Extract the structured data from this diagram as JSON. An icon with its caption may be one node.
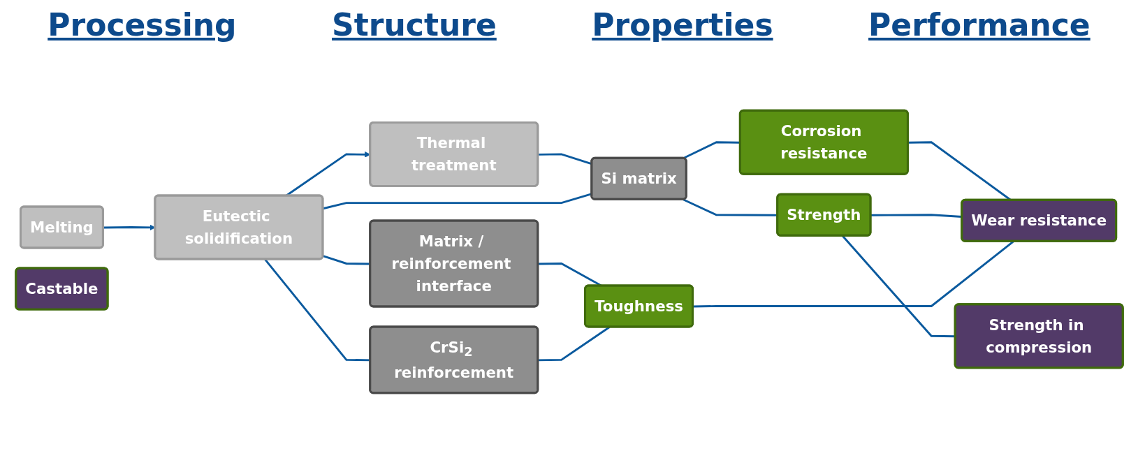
{
  "diagram": {
    "nodes": [
      {
        "text": [
          "Thermal treatment"
        ]
      },
      {
        "text": [
          "Eutectic solidification"
        ]
      },
      {
        "text": [
          "Melting"
        ]
      },
      {
        "text": [
          "Si matrix"
        ]
      },
      {
        "text": [
          "Matrix / reinforcement interface"
        ]
      },
      {
        "text": [
          "CrSi$_{2}$ reinforcement"
        ]
      },
      {
        "text": [
          "Corrosion resistance"
        ]
      },
      {
        "text": [
          "Strength"
        ]
      },
      {
        "text": [
          "Toughness"
        ]
      },
      {
        "text": [
          "Wear resistance"
        ]
      },
      {
        "text": [
          "Strength in compression"
        ]
      },
      {
        "text": [
          "Castable"
        ]
      }
    ],
    "edges": [
      {
        "from": 2,
        "to": 1,
        "arrow": "to"
      },
      {
        "from": 1,
        "to": 0,
        "arrow": "to"
      },
      {
        "from": 0,
        "to": 3,
        "arrow": "none"
      },
      {
        "from": 1,
        "to": 3,
        "arrow": "none"
      },
      {
        "from": 1,
        "to": 4,
        "arrow": "none"
      },
      {
        "from": 1,
        "to": 5,
        "arrow": "none"
      },
      {
        "from": 3,
        "to": 6,
        "arrow": "none"
      },
      {
        "from": 3,
        "to": 7,
        "arrow": "none"
      },
      {
        "from": 4,
        "to": 8,
        "arrow": "none"
      },
      {
        "from": 5,
        "to": 8,
        "arrow": "none"
      },
      {
        "from": 6,
        "to": 9,
        "arrow": "none"
      },
      {
        "from": 7,
        "to": 9,
        "arrow": "none"
      },
      {
        "from": 7,
        "to": 10,
        "arrow": "none"
      },
      {
        "from": 8,
        "to": 9,
        "arrow": "none"
      }
    ],
    "labels": [
      "Processing",
      "Structure",
      "Properties",
      "Performance"
    ]
  }
}
